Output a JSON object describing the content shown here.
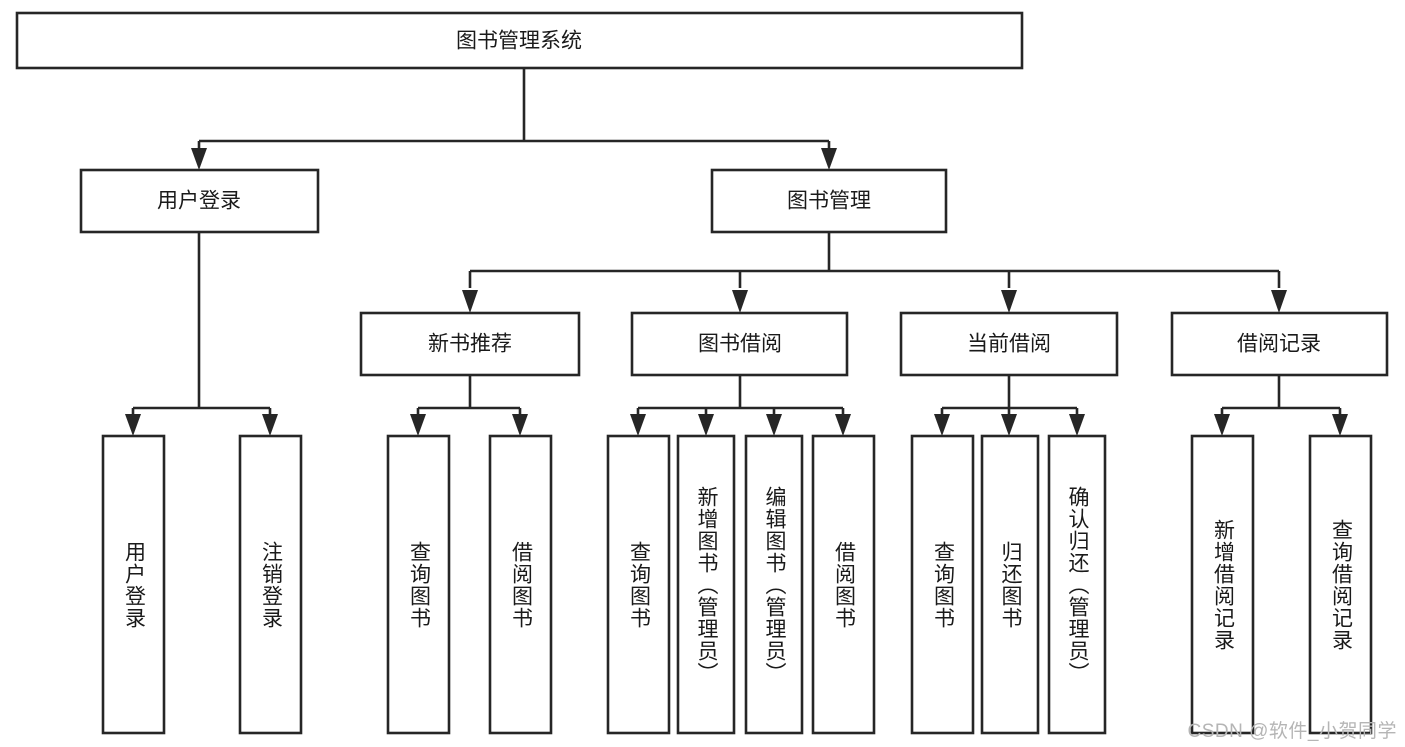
{
  "diagram": {
    "type": "tree",
    "title": "图书管理系统",
    "watermark": "CSDN @软件_小贺同学",
    "root": {
      "id": "root",
      "label": "图书管理系统"
    },
    "level1": [
      {
        "id": "user-login",
        "label": "用户登录"
      },
      {
        "id": "book-manage",
        "label": "图书管理"
      }
    ],
    "level2": [
      {
        "id": "new-book-recommend",
        "label": "新书推荐",
        "parent": "book-manage"
      },
      {
        "id": "book-borrow",
        "label": "图书借阅",
        "parent": "book-manage"
      },
      {
        "id": "current-borrow",
        "label": "当前借阅",
        "parent": "book-manage"
      },
      {
        "id": "borrow-record",
        "label": "借阅记录",
        "parent": "book-manage"
      }
    ],
    "leaves": [
      {
        "id": "leaf-user-login",
        "label": "用户登录",
        "parent": "user-login"
      },
      {
        "id": "leaf-user-logout",
        "label": "注销登录",
        "parent": "user-login"
      },
      {
        "id": "leaf-query-book-1",
        "label": "查询图书",
        "parent": "new-book-recommend"
      },
      {
        "id": "leaf-borrow-book-1",
        "label": "借阅图书",
        "parent": "new-book-recommend"
      },
      {
        "id": "leaf-query-book-2",
        "label": "查询图书",
        "parent": "book-borrow"
      },
      {
        "id": "leaf-add-book",
        "label": "新增图书（管理员）",
        "parent": "book-borrow"
      },
      {
        "id": "leaf-edit-book",
        "label": "编辑图书（管理员）",
        "parent": "book-borrow"
      },
      {
        "id": "leaf-borrow-book-2",
        "label": "借阅图书",
        "parent": "book-borrow"
      },
      {
        "id": "leaf-query-book-3",
        "label": "查询图书",
        "parent": "current-borrow"
      },
      {
        "id": "leaf-return-book",
        "label": "归还图书",
        "parent": "current-borrow"
      },
      {
        "id": "leaf-confirm-return",
        "label": "确认归还（管理员）",
        "parent": "current-borrow"
      },
      {
        "id": "leaf-add-record",
        "label": "新增借阅记录",
        "parent": "borrow-record"
      },
      {
        "id": "leaf-query-record",
        "label": "查询借阅记录",
        "parent": "borrow-record"
      }
    ],
    "colors": {
      "stroke": "#262626",
      "fill": "#ffffff",
      "text": "#1a1a1a",
      "watermark": "#b5b5b5"
    }
  }
}
